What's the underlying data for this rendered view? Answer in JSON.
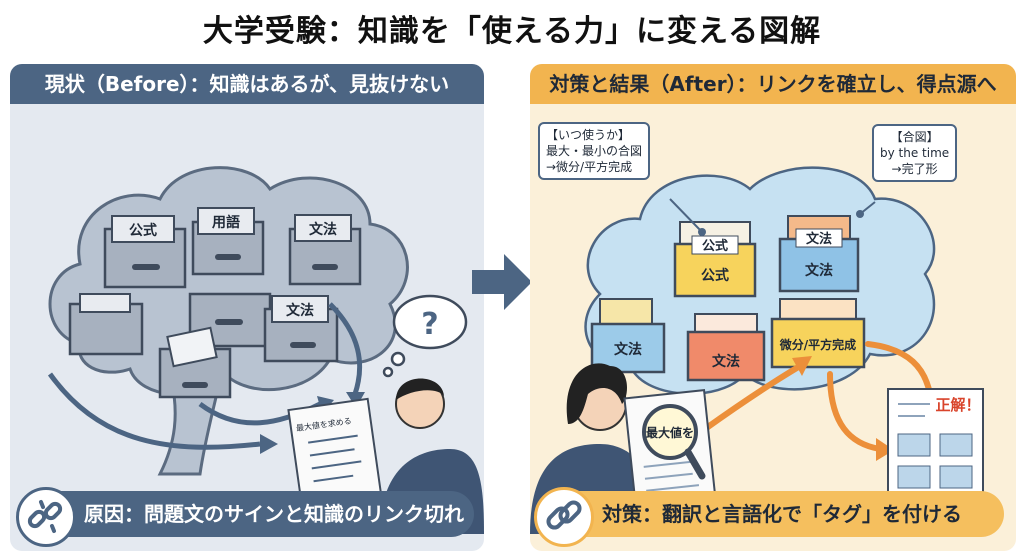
{
  "title": "大学受験：知識を「使える力」に変える図解",
  "left_panel": {
    "header": "現状（Before）：知識はあるが、見抜けない",
    "drawer_labels": [
      "公式",
      "用語",
      "文法",
      "文法"
    ],
    "question_mark": "?",
    "paper_text": "最大値を求める",
    "footer": "原因：問題文のサインと知識のリンク切れ",
    "icon": "broken-chain-icon"
  },
  "right_panel": {
    "header": "対策と結果（After）：リンクを確立し、得点源へ",
    "callout_left": {
      "line1": "【いつ使うか】",
      "line2": "最大・最小の合図",
      "line3": "→微分/平方完成"
    },
    "callout_right": {
      "line1": "【合図】",
      "line2": "by the time",
      "line3": "→完了形"
    },
    "drawer_labels": {
      "koushiki_top": "公式",
      "koushiki": "公式",
      "bunpou_top": "文法",
      "bunpou": "文法",
      "bunpou_blue": "文法",
      "bunpou_red": "文法",
      "bibun": "微分/平方完成"
    },
    "magnified_text": "最大値を",
    "answer_stamp": "正解！",
    "footer": "対策：翻訳と言語化で「タグ」を付ける",
    "icon": "chain-link-icon"
  },
  "colors": {
    "left_header": "#4c6583",
    "right_header": "#f2b44f",
    "arrow": "#4c6583",
    "accent_orange": "#ec8f3a"
  }
}
